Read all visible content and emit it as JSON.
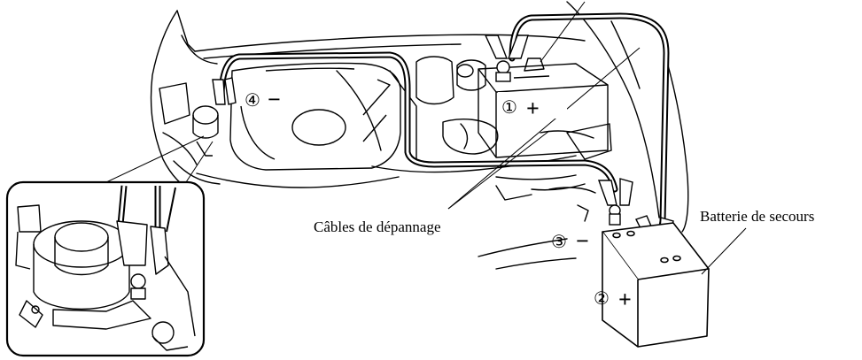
{
  "labels": {
    "cables": "Câbles de dépannage",
    "booster_battery": "Batterie de secours"
  },
  "markers": [
    {
      "number": "①",
      "sign": "+"
    },
    {
      "number": "②",
      "sign": "+"
    },
    {
      "number": "③",
      "sign": "−"
    },
    {
      "number": "④",
      "sign": "−"
    }
  ],
  "colors": {
    "ink": "#000000",
    "paper": "#ffffff"
  }
}
